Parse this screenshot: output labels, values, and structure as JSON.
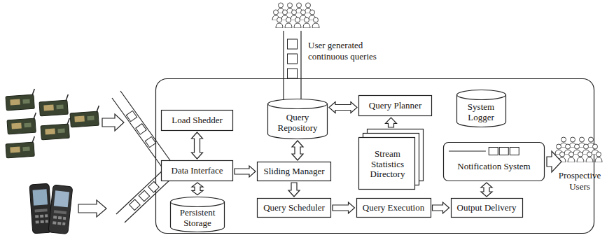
{
  "diagram": {
    "nodes": [
      {
        "text": [
          "Load Shedder"
        ]
      },
      {
        "text": [
          "Query Repository"
        ]
      },
      {
        "text": [
          "Query Planner"
        ]
      },
      {
        "text": [
          "System Logger"
        ]
      },
      {
        "text": [
          "Data Interface"
        ]
      },
      {
        "text": [
          "Sliding Manager"
        ]
      },
      {
        "text": [
          "Stream Statistics Directory"
        ]
      },
      {
        "text": [
          "Notification System"
        ]
      },
      {
        "text": [
          "Persistent Storage"
        ]
      },
      {
        "text": [
          "Query Scheduler"
        ]
      },
      {
        "text": [
          "Query Execution"
        ]
      },
      {
        "text": [
          "Output Delivery"
        ]
      }
    ],
    "edges": [
      {
        "from": 0,
        "to": 4,
        "arrow": "both"
      },
      {
        "from": 4,
        "to": 8,
        "arrow": "both"
      },
      {
        "from": 4,
        "to": 5,
        "arrow": "to"
      },
      {
        "from": 1,
        "to": 2,
        "arrow": "both"
      },
      {
        "from": 1,
        "to": 5,
        "arrow": "both"
      },
      {
        "from": 6,
        "to": 2,
        "arrow": "to"
      },
      {
        "from": 5,
        "to": 9,
        "arrow": "to"
      },
      {
        "from": 9,
        "to": 10,
        "arrow": "to"
      },
      {
        "from": 10,
        "to": 11,
        "arrow": "to"
      },
      {
        "from": 11,
        "to": 7,
        "arrow": "both"
      }
    ],
    "labels": [
      "User generated continuous queries",
      "Prospective Users"
    ]
  }
}
